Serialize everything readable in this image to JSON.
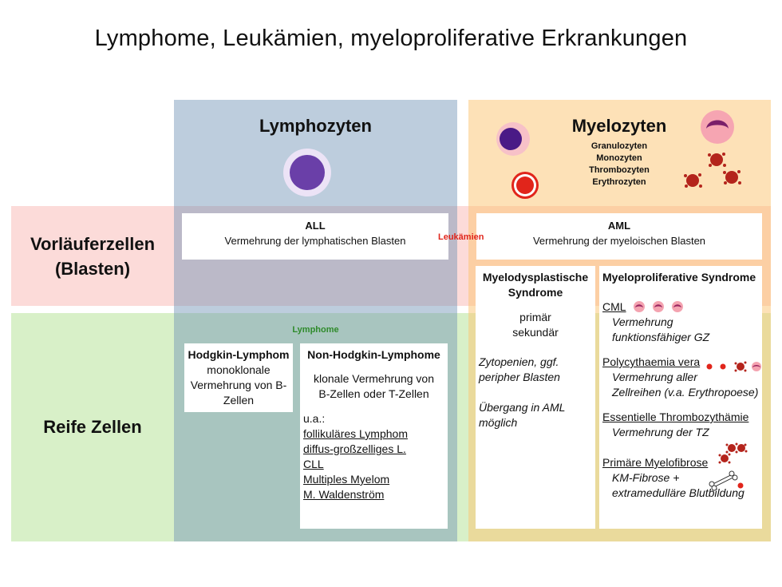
{
  "title": "Lymphome, Leukämien, myeloproliferative Erkrankungen",
  "columns": {
    "lymphozyten": {
      "title": "Lymphozyten"
    },
    "myelozyten": {
      "title": "Myelozyten",
      "subtypes": [
        "Granulozyten",
        "Monozyten",
        "Thrombozyten",
        "Erythrozyten"
      ]
    }
  },
  "rows": {
    "vorlaeufer": {
      "line1": "Vorläuferzellen",
      "line2": "(Blasten)"
    },
    "reife": {
      "label": "Reife Zellen"
    }
  },
  "labels": {
    "leukaemien": "Leukämien",
    "lymphome": "Lymphome"
  },
  "all_box": {
    "title": "ALL",
    "text": "Vermehrung der lymphatischen Blasten"
  },
  "aml_box": {
    "title": "AML",
    "text": "Vermehrung der myeloischen Blasten"
  },
  "hodgkin": {
    "title": "Hodgkin-Lymphom",
    "lines": [
      "monoklonale",
      "Vermehrung von B-",
      "Zellen"
    ]
  },
  "nhl": {
    "title": "Non-Hodgkin-Lymphome",
    "lines": [
      "klonale Vermehrung von",
      "B-Zellen oder T-Zellen"
    ],
    "ua": "u.a.:",
    "examples": [
      "follikuläres Lymphom",
      "diffus-großzelliges L.",
      "CLL",
      "Multiples Myelom",
      "M. Waldenström"
    ]
  },
  "mds": {
    "title1": "Myelodysplastische",
    "title2": "Syndrome",
    "types": [
      "primär",
      "sekundär"
    ],
    "note1a": "Zytopenien, ggf.",
    "note1b": "peripher Blasten",
    "note2a": "Übergang in AML",
    "note2b": "möglich"
  },
  "mps": {
    "title": "Myeloproliferative Syndrome",
    "items": [
      {
        "name": "CML",
        "desc1": "Vermehrung",
        "desc2": "funktionsfähiger GZ"
      },
      {
        "name": "Polycythaemia vera",
        "desc1": "Vermehrung aller",
        "desc2": "Zellreihen (v.a. Erythropoese)"
      },
      {
        "name": "Essentielle Thrombozythämie",
        "desc1": "Vermehrung der TZ"
      },
      {
        "name": "Primäre Myelofibrose",
        "desc1": "KM-Fibrose +",
        "desc2": "extramedulläre Blutbildung"
      }
    ]
  },
  "colors": {
    "lymph_column": "#7092b4",
    "myelo_column": "#fcc470",
    "blast_row": "#f8aaa5",
    "mature_row": "#b4e296",
    "leukaemien_label": "#e0251b",
    "lymphome_label": "#2f8b2b",
    "lymphocyte": "#6a3fa8",
    "erythrocyte": "#e1251b",
    "thrombocyte": "#b4241c"
  },
  "icons": [
    "lymphocyte-icon",
    "myeloblast-icon",
    "monocyte-icon",
    "erythrocyte-icon",
    "thrombocyte-icon",
    "granulocyte-icon",
    "bone-icon"
  ]
}
